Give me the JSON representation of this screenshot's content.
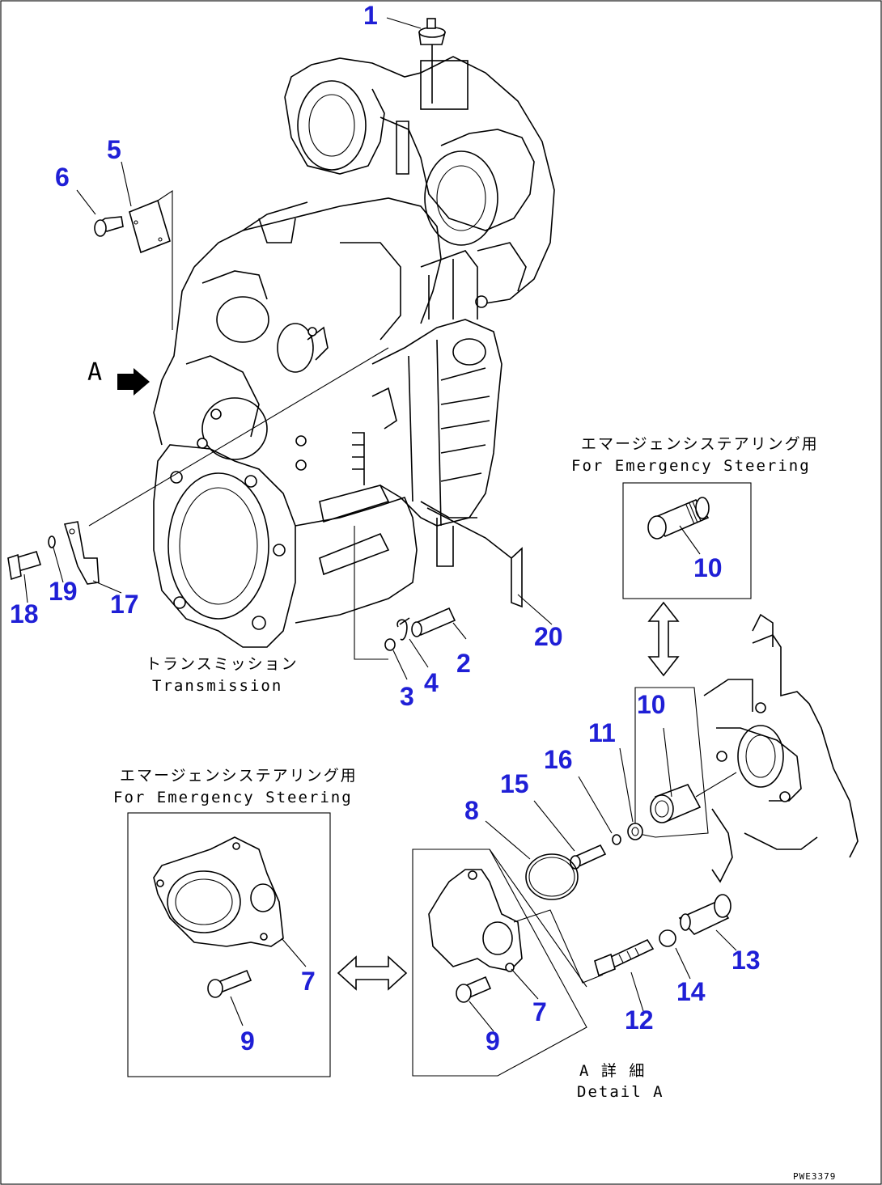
{
  "diagram": {
    "view_label": "A",
    "code": "PWE3379",
    "labels": {
      "transmission_jp": "トランスミッション",
      "transmission_en": "Transmission",
      "emergency_top_jp": "エマージェンシステアリング用",
      "emergency_top_en": "For Emergency Steering",
      "emergency_left_jp": "エマージェンシステアリング用",
      "emergency_left_en": "For Emergency Steering",
      "detail_jp": "A 詳 細",
      "detail_en": "Detail A"
    },
    "callouts": {
      "p1": "1",
      "p2": "2",
      "p3": "3",
      "p4": "4",
      "p5": "5",
      "p6": "6",
      "p7a": "7",
      "p7b": "7",
      "p8": "8",
      "p9a": "9",
      "p9b": "9",
      "p10a": "10",
      "p10b": "10",
      "p11": "11",
      "p12": "12",
      "p13": "13",
      "p14": "14",
      "p15": "15",
      "p16": "16",
      "p17": "17",
      "p18": "18",
      "p19": "19",
      "p20": "20"
    },
    "callout_color": "#1f1fd6"
  }
}
